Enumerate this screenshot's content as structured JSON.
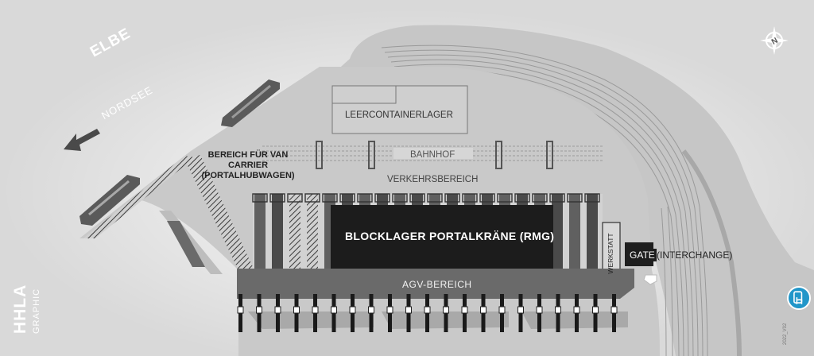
{
  "map": {
    "river_label": "ELBE",
    "direction_label": "NORDSEE",
    "areas": {
      "empty_container_depot": "LEERCONTAINERLAGER",
      "rail_station": "BAHNHOF",
      "traffic_area": "VERKEHRSBEREICH",
      "van_carrier_area": "BEREICH FÜR VAN CARRIER (PORTALHUBWAGEN)",
      "block_storage": "BLOCKLAGER PORTALKRÄNE (RMG)",
      "agv_area": "AGV-BEREICH",
      "workshop": "WERKSTATT",
      "gate": "GATE",
      "interchange": "(INTERCHANGE)"
    },
    "branding": {
      "logo_text": "HHLA",
      "logo_subtext": "GRAPHIC",
      "code": "2022_V02"
    },
    "icons": {
      "compass": "compass-north-icon",
      "help": "help-touch-icon"
    },
    "colors": {
      "water": "#d9d9d9",
      "land": "#c7c7c7",
      "dark_block": "#1f1f1f",
      "agv": "#6a6a6a",
      "accent": "#2196c9"
    }
  }
}
